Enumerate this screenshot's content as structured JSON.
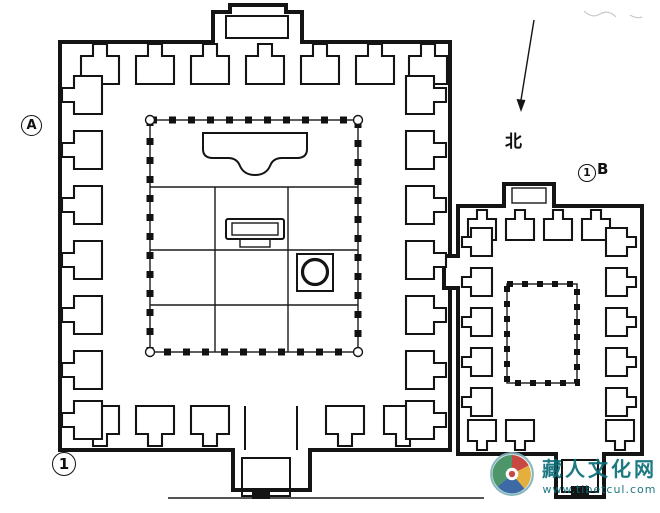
{
  "plan": {
    "label_a": "A",
    "label_b_num": "1",
    "label_b_suffix": "B",
    "label_entrance": "1",
    "north_label": "北"
  },
  "watermark": {
    "name": "藏人文化网",
    "url": "www.tibetcul.com",
    "color": "#0e6f7a"
  },
  "colors": {
    "ink": "#141414",
    "pencil": "#c9c9c9",
    "logo_red": "#c43c34",
    "logo_yellow": "#e3a92f",
    "logo_blue": "#2f5e9e",
    "logo_green": "#3f8f5f"
  }
}
